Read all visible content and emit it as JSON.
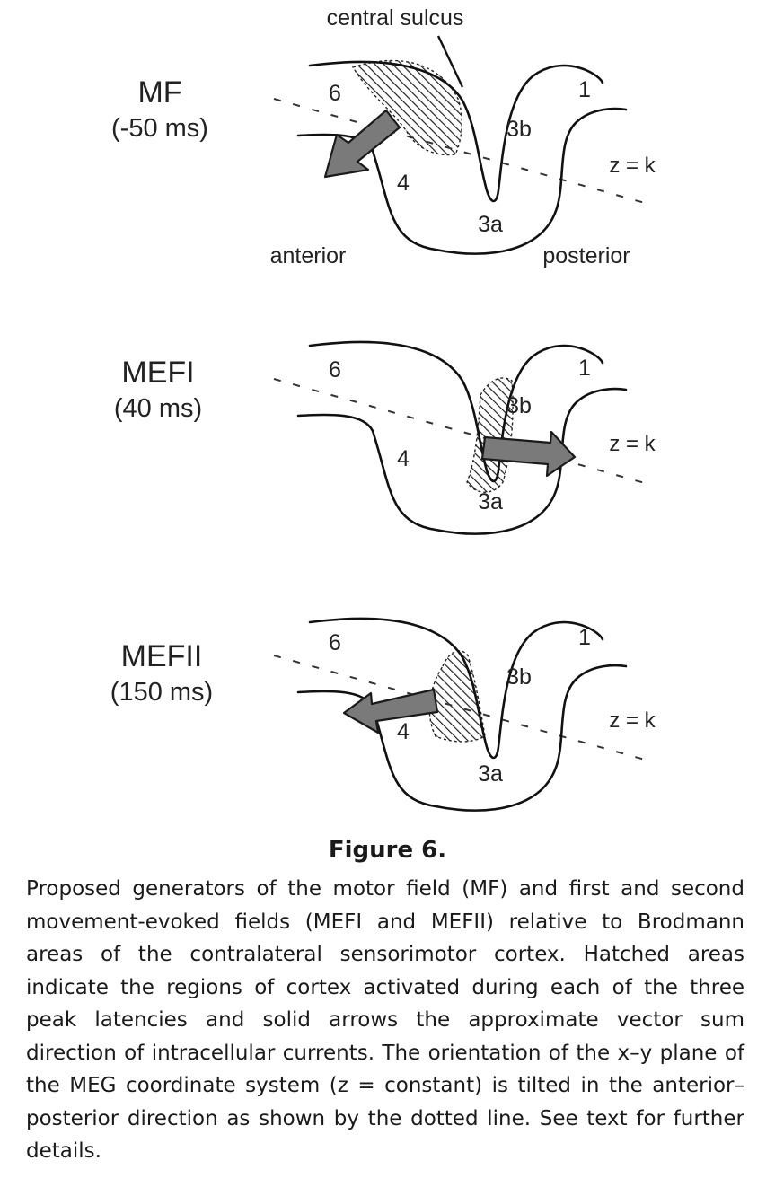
{
  "figure": {
    "top_label": "central sulcus",
    "anterior": "anterior",
    "posterior": "posterior",
    "areas": {
      "a6": "6",
      "a4": "4",
      "a3a": "3a",
      "a3b": "3b",
      "a1": "1"
    },
    "plane": "z = k",
    "panels": [
      {
        "title": "MF",
        "subtitle": "(-50 ms)"
      },
      {
        "title": "MEFI",
        "subtitle": "(40 ms)"
      },
      {
        "title": "MEFII",
        "subtitle": "(150 ms)"
      }
    ]
  },
  "caption": {
    "title": "Figure 6.",
    "text": "Proposed generators of the motor field (MF) and first and second movement-evoked fields (MEFI and MEFII) relative to Brodmann areas of the contralateral sensorimotor cortex. Hatched areas indicate the regions of cortex activated during each of the three peak latencies and solid arrows the approximate vector sum direction of intracellular currents. The orientation of the x–y plane of the MEG coordinate system (z = constant) is tilted in the anterior–posterior direction as shown by the dotted line. See text for further details."
  }
}
